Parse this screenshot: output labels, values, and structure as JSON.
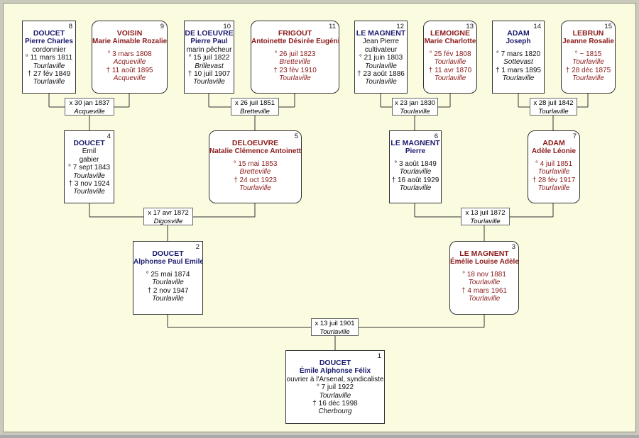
{
  "colors": {
    "background": "#fbfbe0",
    "male_name": "#1a1a6e",
    "female_name": "#8b1a1a",
    "line": "#333333"
  },
  "persons": {
    "p1": {
      "sosa": "1",
      "surname": "DOUCET",
      "given": "Émile Alphonse Félix",
      "occupation": "ouvrier à l'Arsenal, syndicaliste",
      "birth": "° 7 juil 1922",
      "birth_place": "Tourlaville",
      "death": "† 16 déc 1998",
      "death_place": "Cherbourg"
    },
    "p2": {
      "sosa": "2",
      "surname": "DOUCET",
      "given": "Alphonse Paul Emile",
      "birth": "° 25 mai 1874",
      "birth_place": "Tourlaville",
      "death": "† 2 nov 1947",
      "death_place": "Tourlaville"
    },
    "p3": {
      "sosa": "3",
      "surname": "LE MAGNENT",
      "given": "Émélie Louise Adèle",
      "birth": "° 18 nov 1881",
      "birth_place": "Tourlaville",
      "death": "† 4 mars 1961",
      "death_place": "Tourlaville"
    },
    "p4": {
      "sosa": "4",
      "surname": "DOUCET",
      "given": "Emil",
      "occupation": "gabier",
      "birth": "° 7 sept 1843",
      "birth_place": "Tourlaville",
      "death": "† 3 nov 1924",
      "death_place": "Tourlaville"
    },
    "p5": {
      "sosa": "5",
      "surname": "DELOEUVRE",
      "given": "Natalie Clémence Antoinette",
      "birth": "° 15 mai 1853",
      "birth_place": "Bretteville",
      "death": "† 24 oct 1923",
      "death_place": "Tourlaville"
    },
    "p6": {
      "sosa": "6",
      "surname": "LE MAGNENT",
      "given": "Pierre",
      "birth": "° 3 août 1849",
      "birth_place": "Tourlaville",
      "death": "† 16 août 1929",
      "death_place": "Tourlaville"
    },
    "p7": {
      "sosa": "7",
      "surname": "ADAM",
      "given": "Adèle Léonie",
      "birth": "° 4 juil 1851",
      "birth_place": "Tourlaville",
      "death": "† 28 fév 1917",
      "death_place": "Tourlaville"
    },
    "p8": {
      "sosa": "8",
      "surname": "DOUCET",
      "given": "Pierre Charles",
      "occupation": "cordonnier",
      "birth": "° 11 mars 1811",
      "birth_place": "Tourlaville",
      "death": "† 27 fév 1849",
      "death_place": "Tourlaville"
    },
    "p9": {
      "sosa": "9",
      "surname": "VOISIN",
      "given": "Marie Aimable Rozalie",
      "birth": "° 3 mars 1808",
      "birth_place": "Acqueville",
      "death": "† 11 août 1895",
      "death_place": "Acqueville"
    },
    "p10": {
      "sosa": "10",
      "surname": "DE LOEUVRE",
      "given": "Pierre Paul",
      "occupation": "marin pêcheur",
      "birth": "° 15 juil 1822",
      "birth_place": "Brillevast",
      "death": "† 10 juil 1907",
      "death_place": "Tourlaville"
    },
    "p11": {
      "sosa": "11",
      "surname": "FRIGOUT",
      "given": "Antoinette Désirée Eugénie",
      "birth": "° 26 juil 1823",
      "birth_place": "Bretteville",
      "death": "† 23 fév 1910",
      "death_place": "Tourlaville"
    },
    "p12": {
      "sosa": "12",
      "surname": "LE MAGNENT",
      "given": "Jean Pierre",
      "occupation": "cultivateur",
      "birth": "° 21 juin 1803",
      "birth_place": "Tourlaville",
      "death": "† 23 août 1886",
      "death_place": "Tourlaville"
    },
    "p13": {
      "sosa": "13",
      "surname": "LEMOIGNE",
      "given": "Marie Charlotte",
      "birth": "° 25 fév 1808",
      "birth_place": "Tourlaville",
      "death": "† 11 avr 1870",
      "death_place": "Tourlaville"
    },
    "p14": {
      "sosa": "14",
      "surname": "ADAM",
      "given": "Joseph",
      "birth": "° 7 mars 1820",
      "birth_place": "Sottevast",
      "death": "† 1 mars 1895",
      "death_place": "Tourlaville"
    },
    "p15": {
      "sosa": "15",
      "surname": "LEBRUN",
      "given": "Jeanne Rosalie",
      "birth": "° ~ 1815",
      "birth_place": "Tourlaville",
      "death": "† 28 déc 1875",
      "death_place": "Tourlaville"
    }
  },
  "marriages": {
    "m8_9": {
      "date": "x 30 jan 1837",
      "place": "Acqueville"
    },
    "m10_11": {
      "date": "x 26 juil 1851",
      "place": "Bretteville"
    },
    "m12_13": {
      "date": "x 23 jan 1830",
      "place": "Tourlaville"
    },
    "m14_15": {
      "date": "x 28 juil 1842",
      "place": "Tourlaville"
    },
    "m4_5": {
      "date": "x 17 avr 1872",
      "place": "Digosville"
    },
    "m6_7": {
      "date": "x 13 juil 1872",
      "place": "Tourlaville"
    },
    "m2_3": {
      "date": "x 13 juil 1901",
      "place": "Tourlaville"
    }
  }
}
